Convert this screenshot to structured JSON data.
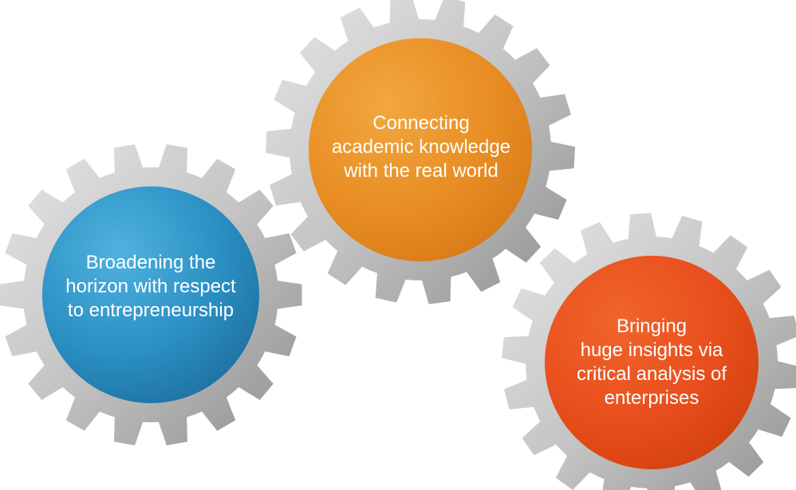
{
  "gears": [
    {
      "id": "left",
      "lines": [
        "Broadening the",
        "horizon with respect",
        "to entrepreneurship"
      ],
      "color": "#2a8fc2",
      "color_light": "#4fb2df",
      "color_dark": "#1e6f9e"
    },
    {
      "id": "top",
      "lines": [
        "Connecting",
        "academic knowledge",
        "with the real world"
      ],
      "color": "#e88d24",
      "color_light": "#f2a73f",
      "color_dark": "#d77a17"
    },
    {
      "id": "right",
      "lines": [
        "Bringing",
        "huge insights via",
        "critical analysis of",
        "enterprises"
      ],
      "color": "#e84e1c",
      "color_light": "#f0652b",
      "color_dark": "#d2410f"
    }
  ],
  "gear_metal": {
    "light": "#e8e8e8",
    "mid": "#c2c2c2",
    "dark": "#8e8e8e"
  }
}
